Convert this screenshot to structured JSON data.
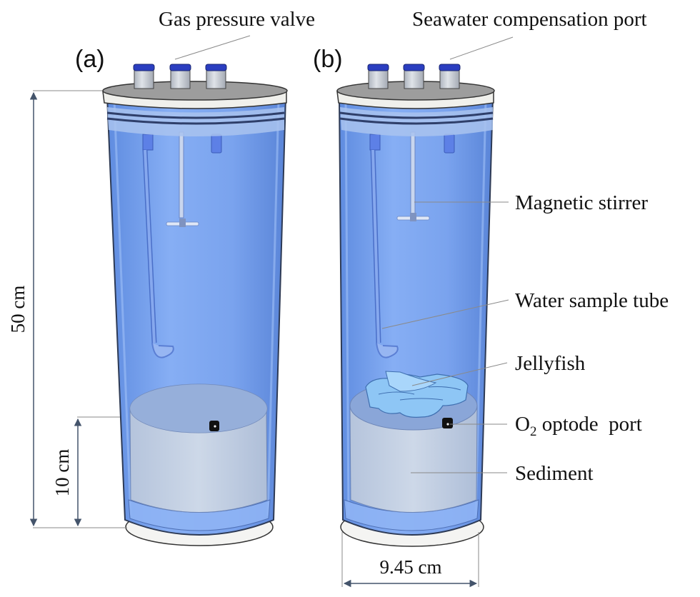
{
  "panels": {
    "a": {
      "label": "(a)"
    },
    "b": {
      "label": "(b)"
    }
  },
  "labels": {
    "gas_pressure_valve": "Gas pressure valve",
    "seawater_compensation_port": "Seawater compensation port",
    "magnetic_stirrer": "Magnetic stirrer",
    "water_sample_tube": "Water sample tube",
    "jellyfish": "Jellyfish",
    "o2_optode_port_main": "O",
    "o2_optode_port_sub": "2",
    "o2_optode_port_rest": " optode  port",
    "sediment": "Sediment"
  },
  "dimensions": {
    "height_total": "50 cm",
    "sediment_height": "10 cm",
    "diameter": "9.45 cm"
  },
  "colors": {
    "water": "#7ea8f0",
    "water_dark": "#5b86dc",
    "lid": "#9a9a9a",
    "lid_rim": "#e8e8e4",
    "valve_cap": "#2a3fc0",
    "valve_body": "#c9ced6",
    "sediment": "#c3cfe0",
    "jellyfish": "#8ec6f5",
    "arrow": "#44546b",
    "leader": "#8a8a8a"
  }
}
